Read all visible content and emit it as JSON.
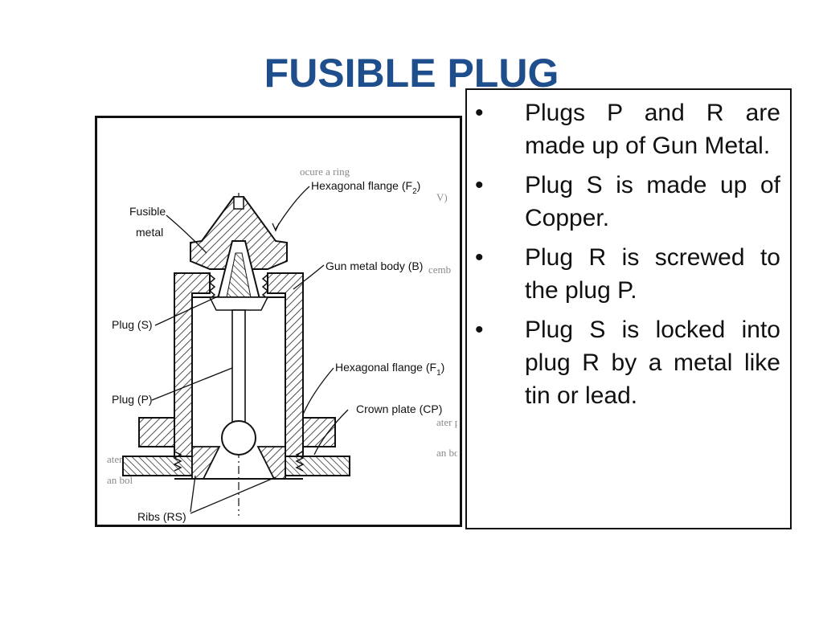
{
  "title": "FUSIBLE PLUG",
  "diagram": {
    "labels": {
      "hex_flange_f2": "Hexagonal flange (F",
      "hex_flange_f2_sub": "2",
      "fusible_metal_line1": "Fusible",
      "fusible_metal_line2": "metal",
      "gun_metal_body": "Gun metal body (B)",
      "plug_s": "Plug (S)",
      "hex_flange_f1": "Hexagonal flange (F",
      "hex_flange_f1_sub": "1",
      "plug_p": "Plug (P)",
      "crown_plate": "Crown plate (CP)",
      "ribs": "Ribs (RS)"
    }
  },
  "bullets": [
    "Plugs P and R are made up of Gun Metal.",
    "Plug S is made up of Copper.",
    "Plug R is screwed to the plug P.",
    "Plug S is locked into plug R by a metal like tin or lead."
  ],
  "bullet_symbol": "•"
}
